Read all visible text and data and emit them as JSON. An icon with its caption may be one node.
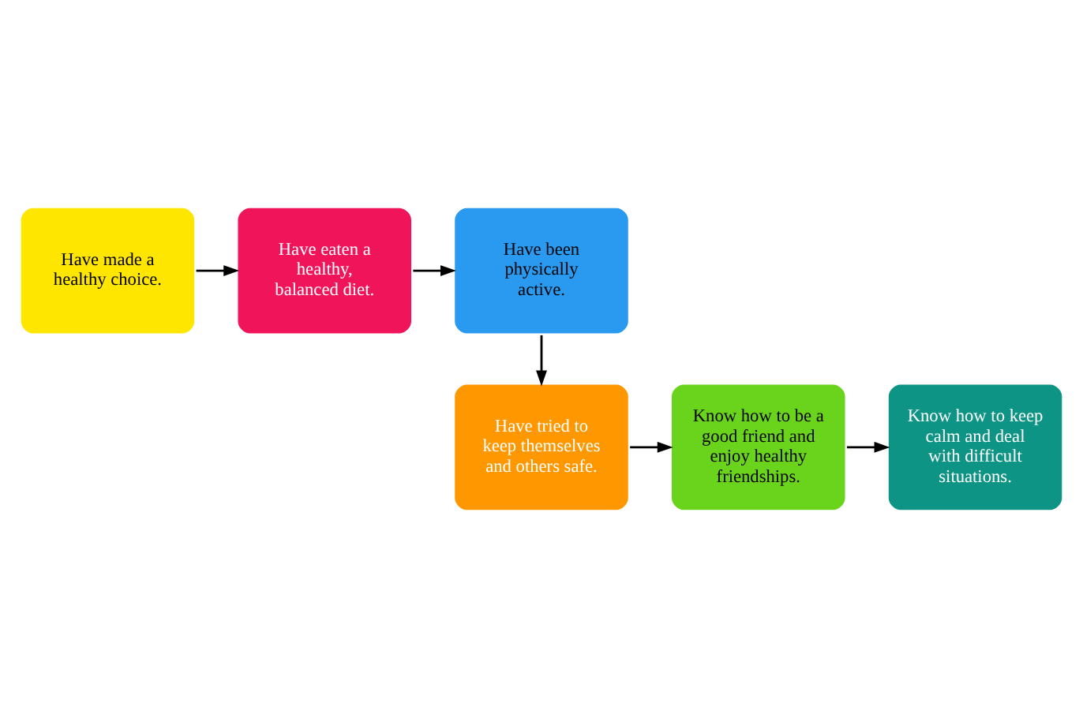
{
  "diagram": {
    "nodes": [
      {
        "text": [
          "Have made a healthy choice."
        ]
      },
      {
        "text": [
          "Have eaten a healthy, balanced diet."
        ]
      },
      {
        "text": [
          "Have been physically active."
        ]
      },
      {
        "text": [
          "Know how to keep calm and deal with difficult situations."
        ]
      },
      {
        "text": [
          "Know how to be a good friend and enjoy healthy friendships."
        ]
      },
      {
        "text": [
          "Have tried to keep themselves and others safe."
        ]
      }
    ],
    "edges": [
      {
        "from": 0,
        "to": 1,
        "arrow": "to"
      },
      {
        "from": 1,
        "to": 2,
        "arrow": "to"
      },
      {
        "from": 2,
        "to": 5,
        "arrow": "to"
      },
      {
        "from": 5,
        "to": 4,
        "arrow": "to"
      },
      {
        "from": 4,
        "to": 3,
        "arrow": "to"
      }
    ]
  }
}
